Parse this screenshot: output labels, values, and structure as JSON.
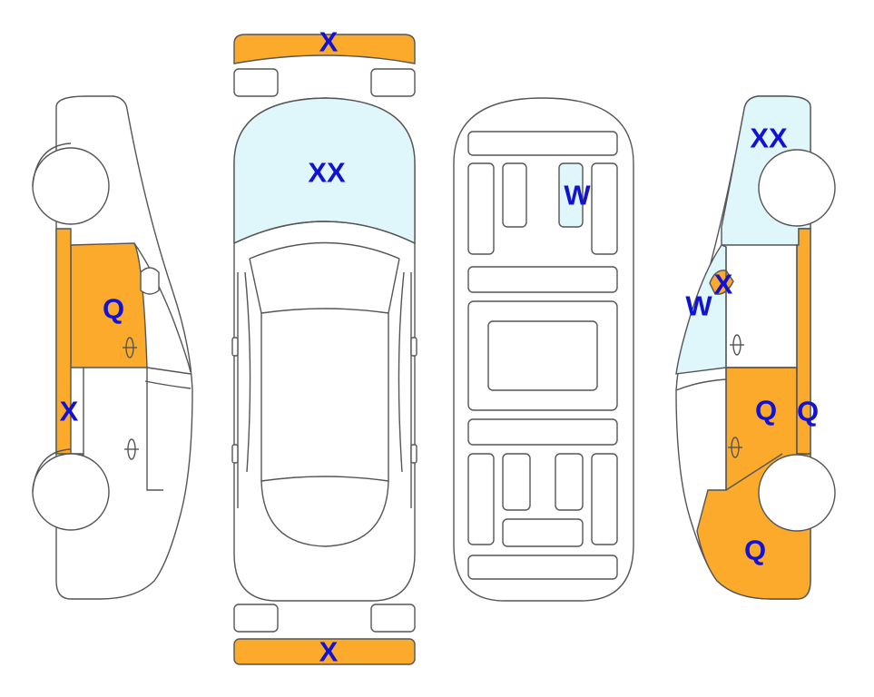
{
  "colors": {
    "damage_orange": "#fbaa2c",
    "damage_lightblue": "#dff6fb",
    "label_blue": "#1212d4",
    "outline": "#555555"
  },
  "legend_codes": {
    "X": "X",
    "XX": "XX",
    "Q": "Q",
    "W": "W"
  },
  "marks": {
    "front_bumper": "X",
    "rear_bumper": "X",
    "hood": "XX",
    "interior_panel": "W",
    "left_front_door": "Q",
    "left_rocker": "X",
    "right_fender": "XX",
    "right_mirror": "X",
    "right_a_pillar": "W",
    "right_rear_door": "Q",
    "right_rocker": "Q",
    "right_rear_quarter": "Q"
  },
  "views": [
    "left-side-view",
    "top-view",
    "underbody-view",
    "right-side-view"
  ]
}
